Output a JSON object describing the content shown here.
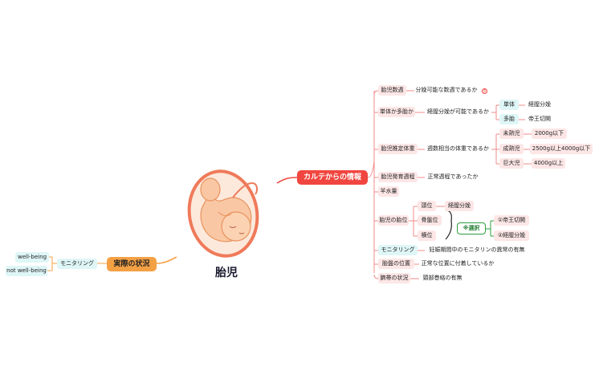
{
  "center": {
    "title": "胎児"
  },
  "left_branch": {
    "label": "実際の状況",
    "sub": "モニタリング",
    "items": [
      "well-being",
      "not well-being"
    ]
  },
  "right_branch": {
    "label": "カルテからの情報",
    "items": [
      {
        "label": "胎児数週",
        "detail": "分娩可能な数週であるか"
      },
      {
        "label": "単体か多胎か",
        "detail": "経膣分娩が可能であるか",
        "children": [
          {
            "label": "単体",
            "detail": "経膣分娩"
          },
          {
            "label": "多胎",
            "detail": "帝王切開"
          }
        ]
      },
      {
        "label": "胎児推定体重",
        "detail": "週数相当の体重であるか",
        "children": [
          {
            "label": "未熟児",
            "detail": "2000g以下"
          },
          {
            "label": "成熟児",
            "detail": "2500g以上4000g以下"
          },
          {
            "label": "巨大児",
            "detail": "4000g以上"
          }
        ]
      },
      {
        "label": "胎児発育週程",
        "detail": "正常週程であったか"
      },
      {
        "label": "羊水量"
      },
      {
        "label": "胎児の胎位",
        "children": [
          {
            "label": "頭位",
            "detail": "経膣分娩"
          },
          {
            "label": "骨盤位"
          },
          {
            "label": "横位"
          }
        ],
        "choice": {
          "label": "※選択",
          "options": [
            "①帝王切開",
            "②経膣分娩"
          ]
        }
      },
      {
        "label": "モニタリング",
        "detail": "妊娠期間中のモニタリンの異常の有無"
      },
      {
        "label": "胎盤の位置",
        "detail": "正常な位置に付着しているか"
      },
      {
        "label": "臍帯の状況",
        "detail": "頸部巻絡の有無"
      }
    ]
  },
  "colors": {
    "red": "#f0463f",
    "orange": "#f4a045",
    "pink": "#fde6e6",
    "cyan": "#dff6f7",
    "green": "#2e9e3e"
  },
  "icons": [
    "fetus-illustration",
    "clock-icon"
  ]
}
